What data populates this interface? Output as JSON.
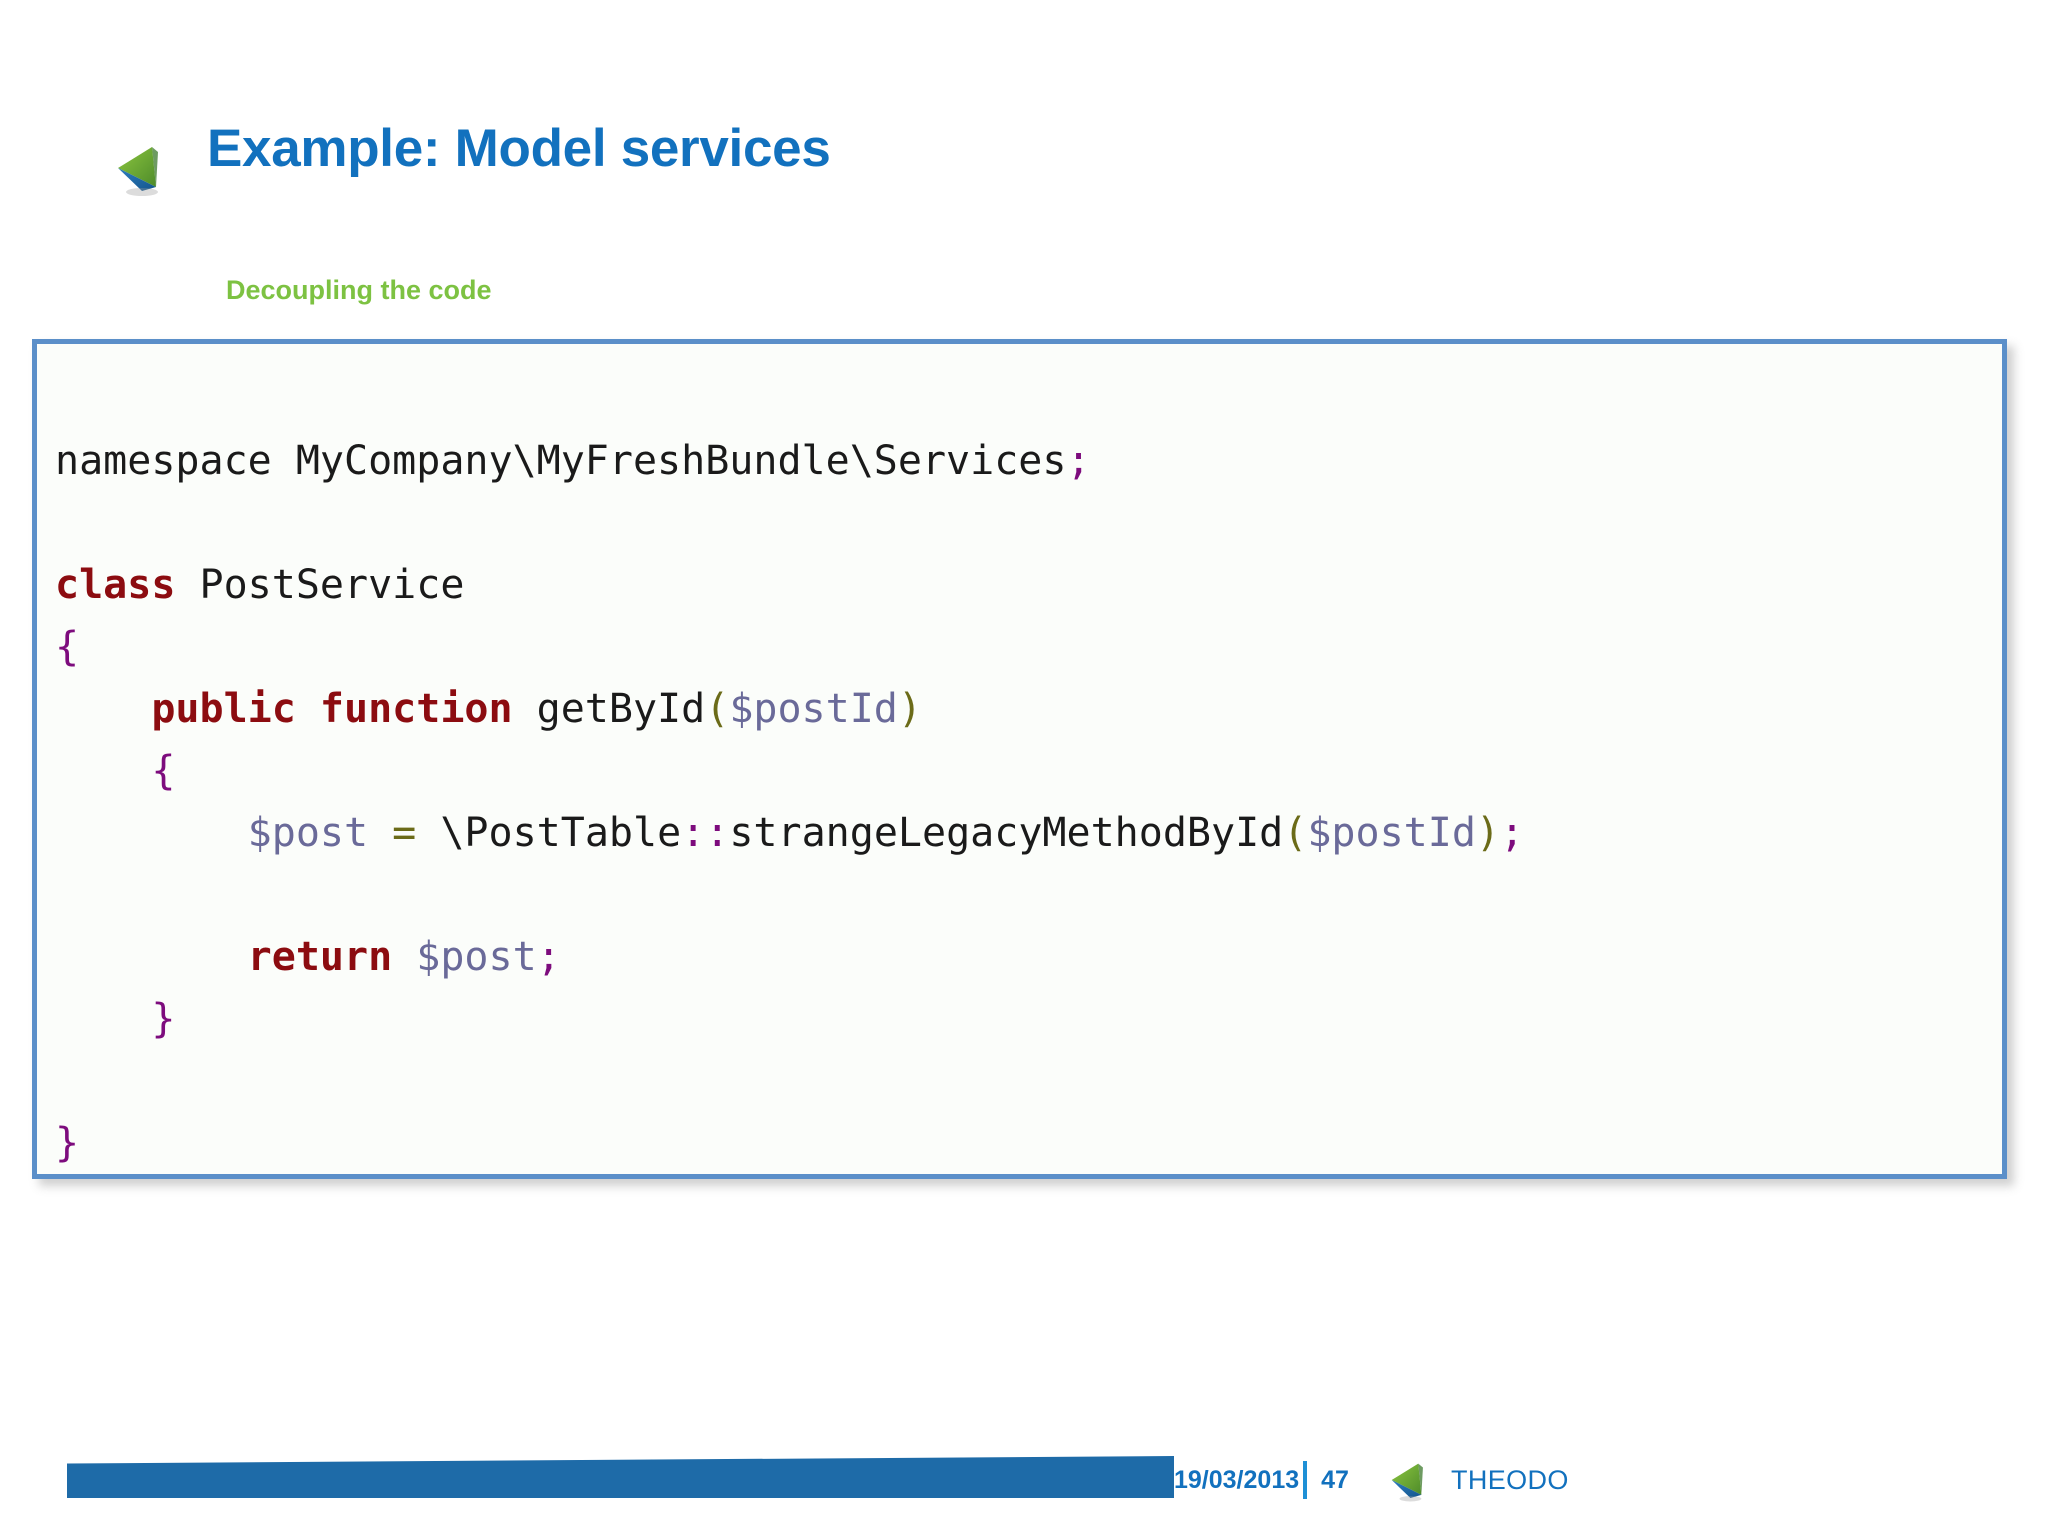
{
  "slide": {
    "title": "Example: Model services",
    "subtitle": "Decoupling the code",
    "logo_icon": "theodo-triangle-logo-icon",
    "colors": {
      "title_blue": "#1271BE",
      "subtitle_green": "#7DC242",
      "code_border_blue": "#5B8FC9",
      "code_background": "#FBFDFA",
      "footer_bar_blue": "#1E6BA8",
      "keyword_dark_red": "#8C0C10",
      "variable_purple_gray": "#6A6A99",
      "punctuation_purple": "#7D0C7D",
      "operator_olive": "#6B6B18",
      "plain_text": "#1A1A1A"
    }
  },
  "code": {
    "language": "php",
    "lines": [
      {
        "n": 1,
        "tokens": [
          {
            "t": "namespace MyCompany\\MyFreshBundle\\Services",
            "c": "plain"
          },
          {
            "t": ";",
            "c": "punc"
          }
        ]
      },
      {
        "n": 2,
        "tokens": []
      },
      {
        "n": 3,
        "tokens": [
          {
            "t": "class",
            "c": "kw"
          },
          {
            "t": " PostService",
            "c": "plain"
          }
        ]
      },
      {
        "n": 4,
        "tokens": [
          {
            "t": "{",
            "c": "punc"
          }
        ]
      },
      {
        "n": 5,
        "tokens": [
          {
            "t": "    ",
            "c": "plain"
          },
          {
            "t": "public function",
            "c": "kw"
          },
          {
            "t": " getById",
            "c": "plain"
          },
          {
            "t": "(",
            "c": "op"
          },
          {
            "t": "$postId",
            "c": "var"
          },
          {
            "t": ")",
            "c": "op"
          }
        ]
      },
      {
        "n": 6,
        "tokens": [
          {
            "t": "    ",
            "c": "plain"
          },
          {
            "t": "{",
            "c": "punc"
          }
        ]
      },
      {
        "n": 7,
        "tokens": [
          {
            "t": "        ",
            "c": "plain"
          },
          {
            "t": "$post",
            "c": "var"
          },
          {
            "t": " ",
            "c": "plain"
          },
          {
            "t": "=",
            "c": "op"
          },
          {
            "t": " \\PostTable",
            "c": "plain"
          },
          {
            "t": "::",
            "c": "punc"
          },
          {
            "t": "strangeLegacyMethodById",
            "c": "plain"
          },
          {
            "t": "(",
            "c": "op"
          },
          {
            "t": "$postId",
            "c": "var"
          },
          {
            "t": ")",
            "c": "op"
          },
          {
            "t": ";",
            "c": "punc"
          }
        ]
      },
      {
        "n": 8,
        "tokens": []
      },
      {
        "n": 9,
        "tokens": [
          {
            "t": "        ",
            "c": "plain"
          },
          {
            "t": "return",
            "c": "kw"
          },
          {
            "t": " ",
            "c": "plain"
          },
          {
            "t": "$post",
            "c": "var"
          },
          {
            "t": ";",
            "c": "punc"
          }
        ]
      },
      {
        "n": 10,
        "tokens": [
          {
            "t": "    ",
            "c": "plain"
          },
          {
            "t": "}",
            "c": "punc"
          }
        ]
      },
      {
        "n": 11,
        "tokens": []
      },
      {
        "n": 12,
        "tokens": [
          {
            "t": "}",
            "c": "punc"
          }
        ]
      }
    ]
  },
  "footer": {
    "date": "19/03/2013",
    "page_number": "47",
    "brand": "THEODO",
    "logo_icon": "theodo-triangle-logo-icon"
  }
}
